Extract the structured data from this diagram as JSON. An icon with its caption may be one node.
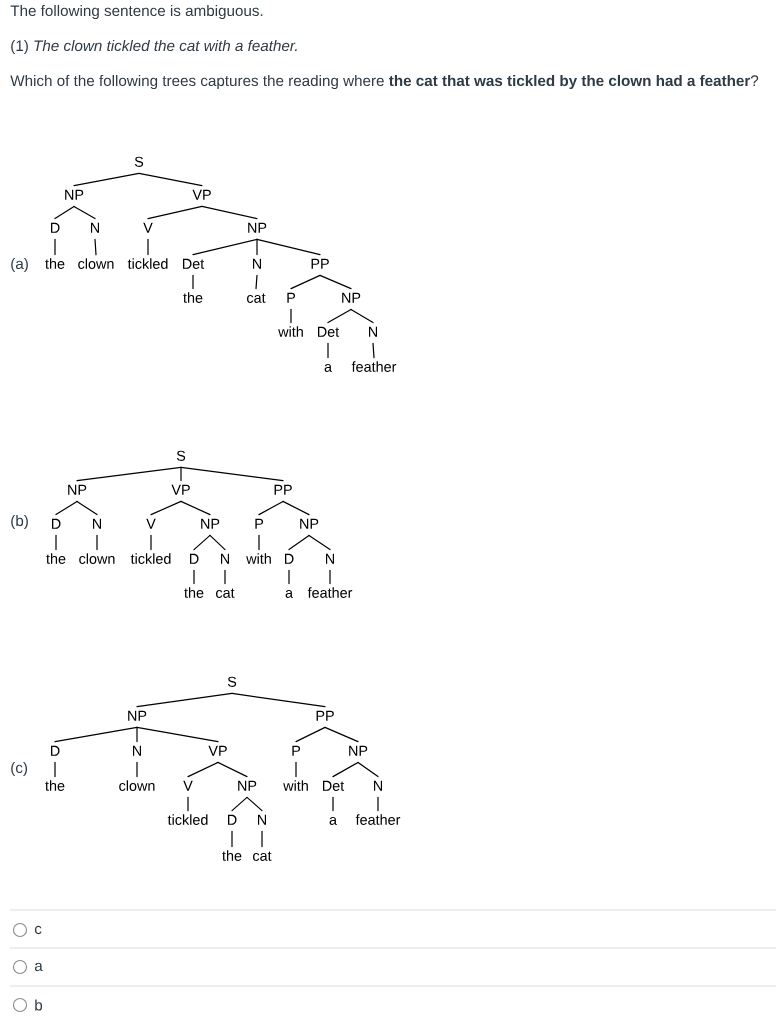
{
  "diagram": {
    "nodes": [
      {
        "text": [
          "S"
        ]
      },
      {
        "text": [
          "NP"
        ]
      },
      {
        "text": [
          "VP"
        ]
      },
      {
        "text": [
          "D"
        ]
      },
      {
        "text": [
          "N"
        ]
      },
      {
        "text": [
          "V"
        ]
      },
      {
        "text": [
          "NP"
        ]
      },
      {
        "text": [
          "the"
        ]
      },
      {
        "text": [
          "clown"
        ]
      },
      {
        "text": [
          "tickled"
        ]
      },
      {
        "text": [
          "Det"
        ]
      },
      {
        "text": [
          "N"
        ]
      },
      {
        "text": [
          "PP"
        ]
      },
      {
        "text": [
          "the"
        ]
      },
      {
        "text": [
          "cat"
        ]
      },
      {
        "text": [
          "P"
        ]
      },
      {
        "text": [
          "NP"
        ]
      },
      {
        "text": [
          "with"
        ]
      },
      {
        "text": [
          "Det"
        ]
      },
      {
        "text": [
          "N"
        ]
      },
      {
        "text": [
          "a"
        ]
      },
      {
        "text": [
          "feather"
        ]
      },
      {
        "text": [
          "S"
        ]
      },
      {
        "text": [
          "NP"
        ]
      },
      {
        "text": [
          "VP"
        ]
      },
      {
        "text": [
          "PP"
        ]
      },
      {
        "text": [
          "D"
        ]
      },
      {
        "text": [
          "N"
        ]
      },
      {
        "text": [
          "V"
        ]
      },
      {
        "text": [
          "NP"
        ]
      },
      {
        "text": [
          "P"
        ]
      },
      {
        "text": [
          "NP"
        ]
      },
      {
        "text": [
          "the"
        ]
      },
      {
        "text": [
          "clown"
        ]
      },
      {
        "text": [
          "tickled"
        ]
      },
      {
        "text": [
          "D"
        ]
      },
      {
        "text": [
          "N"
        ]
      },
      {
        "text": [
          "with"
        ]
      },
      {
        "text": [
          "D"
        ]
      },
      {
        "text": [
          "N"
        ]
      },
      {
        "text": [
          "the"
        ]
      },
      {
        "text": [
          "cat"
        ]
      },
      {
        "text": [
          "a"
        ]
      },
      {
        "text": [
          "feather"
        ]
      },
      {
        "text": [
          "S"
        ]
      },
      {
        "text": [
          "NP"
        ]
      },
      {
        "text": [
          "PP"
        ]
      },
      {
        "text": [
          "D"
        ]
      },
      {
        "text": [
          "N"
        ]
      },
      {
        "text": [
          "VP"
        ]
      },
      {
        "text": [
          "P"
        ]
      },
      {
        "text": [
          "NP"
        ]
      },
      {
        "text": [
          "the"
        ]
      },
      {
        "text": [
          "clown"
        ]
      },
      {
        "text": [
          "V"
        ]
      },
      {
        "text": [
          "NP"
        ]
      },
      {
        "text": [
          "with"
        ]
      },
      {
        "text": [
          "Det"
        ]
      },
      {
        "text": [
          "N"
        ]
      },
      {
        "text": [
          "tickled"
        ]
      },
      {
        "text": [
          "D"
        ]
      },
      {
        "text": [
          "N"
        ]
      },
      {
        "text": [
          "a"
        ]
      },
      {
        "text": [
          "feather"
        ]
      },
      {
        "text": [
          "the"
        ]
      },
      {
        "text": [
          "cat"
        ]
      }
    ],
    "edges": [
      {
        "from": 0,
        "to": 1,
        "arrow": "none"
      },
      {
        "from": 0,
        "to": 2,
        "arrow": "none"
      },
      {
        "from": 1,
        "to": 3,
        "arrow": "none"
      },
      {
        "from": 1,
        "to": 4,
        "arrow": "none"
      },
      {
        "from": 3,
        "to": 7,
        "arrow": "none"
      },
      {
        "from": 4,
        "to": 8,
        "arrow": "none"
      },
      {
        "from": 2,
        "to": 5,
        "arrow": "none"
      },
      {
        "from": 2,
        "to": 6,
        "arrow": "none"
      },
      {
        "from": 5,
        "to": 9,
        "arrow": "none"
      },
      {
        "from": 6,
        "to": 10,
        "arrow": "none"
      },
      {
        "from": 6,
        "to": 11,
        "arrow": "none"
      },
      {
        "from": 6,
        "to": 12,
        "arrow": "none"
      },
      {
        "from": 10,
        "to": 13,
        "arrow": "none"
      },
      {
        "from": 11,
        "to": 14,
        "arrow": "none"
      },
      {
        "from": 12,
        "to": 15,
        "arrow": "none"
      },
      {
        "from": 12,
        "to": 16,
        "arrow": "none"
      },
      {
        "from": 15,
        "to": 17,
        "arrow": "none"
      },
      {
        "from": 16,
        "to": 18,
        "arrow": "none"
      },
      {
        "from": 16,
        "to": 19,
        "arrow": "none"
      },
      {
        "from": 18,
        "to": 20,
        "arrow": "none"
      },
      {
        "from": 19,
        "to": 21,
        "arrow": "none"
      },
      {
        "from": 22,
        "to": 23,
        "arrow": "none"
      },
      {
        "from": 22,
        "to": 24,
        "arrow": "none"
      },
      {
        "from": 22,
        "to": 25,
        "arrow": "none"
      },
      {
        "from": 23,
        "to": 26,
        "arrow": "none"
      },
      {
        "from": 23,
        "to": 27,
        "arrow": "none"
      },
      {
        "from": 26,
        "to": 32,
        "arrow": "none"
      },
      {
        "from": 27,
        "to": 33,
        "arrow": "none"
      },
      {
        "from": 24,
        "to": 28,
        "arrow": "none"
      },
      {
        "from": 24,
        "to": 29,
        "arrow": "none"
      },
      {
        "from": 28,
        "to": 34,
        "arrow": "none"
      },
      {
        "from": 29,
        "to": 35,
        "arrow": "none"
      },
      {
        "from": 29,
        "to": 36,
        "arrow": "none"
      },
      {
        "from": 35,
        "to": 40,
        "arrow": "none"
      },
      {
        "from": 36,
        "to": 41,
        "arrow": "none"
      },
      {
        "from": 25,
        "to": 30,
        "arrow": "none"
      },
      {
        "from": 25,
        "to": 31,
        "arrow": "none"
      },
      {
        "from": 30,
        "to": 37,
        "arrow": "none"
      },
      {
        "from": 31,
        "to": 38,
        "arrow": "none"
      },
      {
        "from": 31,
        "to": 39,
        "arrow": "none"
      },
      {
        "from": 38,
        "to": 42,
        "arrow": "none"
      },
      {
        "from": 39,
        "to": 43,
        "arrow": "none"
      },
      {
        "from": 44,
        "to": 45,
        "arrow": "none"
      },
      {
        "from": 44,
        "to": 46,
        "arrow": "none"
      },
      {
        "from": 45,
        "to": 47,
        "arrow": "none"
      },
      {
        "from": 45,
        "to": 48,
        "arrow": "none"
      },
      {
        "from": 45,
        "to": 49,
        "arrow": "none"
      },
      {
        "from": 47,
        "to": 52,
        "arrow": "none"
      },
      {
        "from": 48,
        "to": 53,
        "arrow": "none"
      },
      {
        "from": 49,
        "to": 54,
        "arrow": "none"
      },
      {
        "from": 49,
        "to": 55,
        "arrow": "none"
      },
      {
        "from": 54,
        "to": 59,
        "arrow": "none"
      },
      {
        "from": 55,
        "to": 60,
        "arrow": "none"
      },
      {
        "from": 55,
        "to": 61,
        "arrow": "none"
      },
      {
        "from": 60,
        "to": 64,
        "arrow": "none"
      },
      {
        "from": 61,
        "to": 65,
        "arrow": "none"
      },
      {
        "from": 46,
        "to": 50,
        "arrow": "none"
      },
      {
        "from": 46,
        "to": 51,
        "arrow": "none"
      },
      {
        "from": 50,
        "to": 56,
        "arrow": "none"
      },
      {
        "from": 51,
        "to": 57,
        "arrow": "none"
      },
      {
        "from": 51,
        "to": 58,
        "arrow": "none"
      },
      {
        "from": 57,
        "to": 62,
        "arrow": "none"
      },
      {
        "from": 58,
        "to": 63,
        "arrow": "none"
      }
    ],
    "labels": [
      "The following sentence is ambiguous.",
      "(1) *The clown tickled the cat with a feather.*",
      "Which of the following trees captures the reading where **the cat that was tickled by the clown had a feather**?",
      "(a)",
      "(b)",
      "(c)",
      "c",
      "a",
      "b"
    ]
  }
}
